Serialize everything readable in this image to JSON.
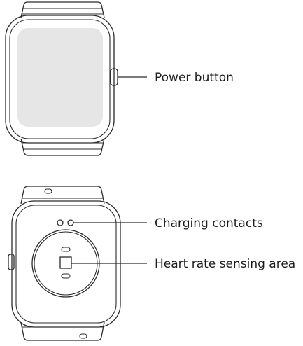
{
  "front_view": {
    "callouts": [
      {
        "id": "power-button",
        "label": "Power button"
      }
    ]
  },
  "back_view": {
    "callouts": [
      {
        "id": "charging-contacts",
        "label": "Charging contacts"
      },
      {
        "id": "heart-rate-sensing-area",
        "label": "Heart rate sensing area"
      }
    ]
  },
  "colors": {
    "outline": "#2b2b2b",
    "screen_fill": "#e6e6e6",
    "background": "#ffffff"
  }
}
